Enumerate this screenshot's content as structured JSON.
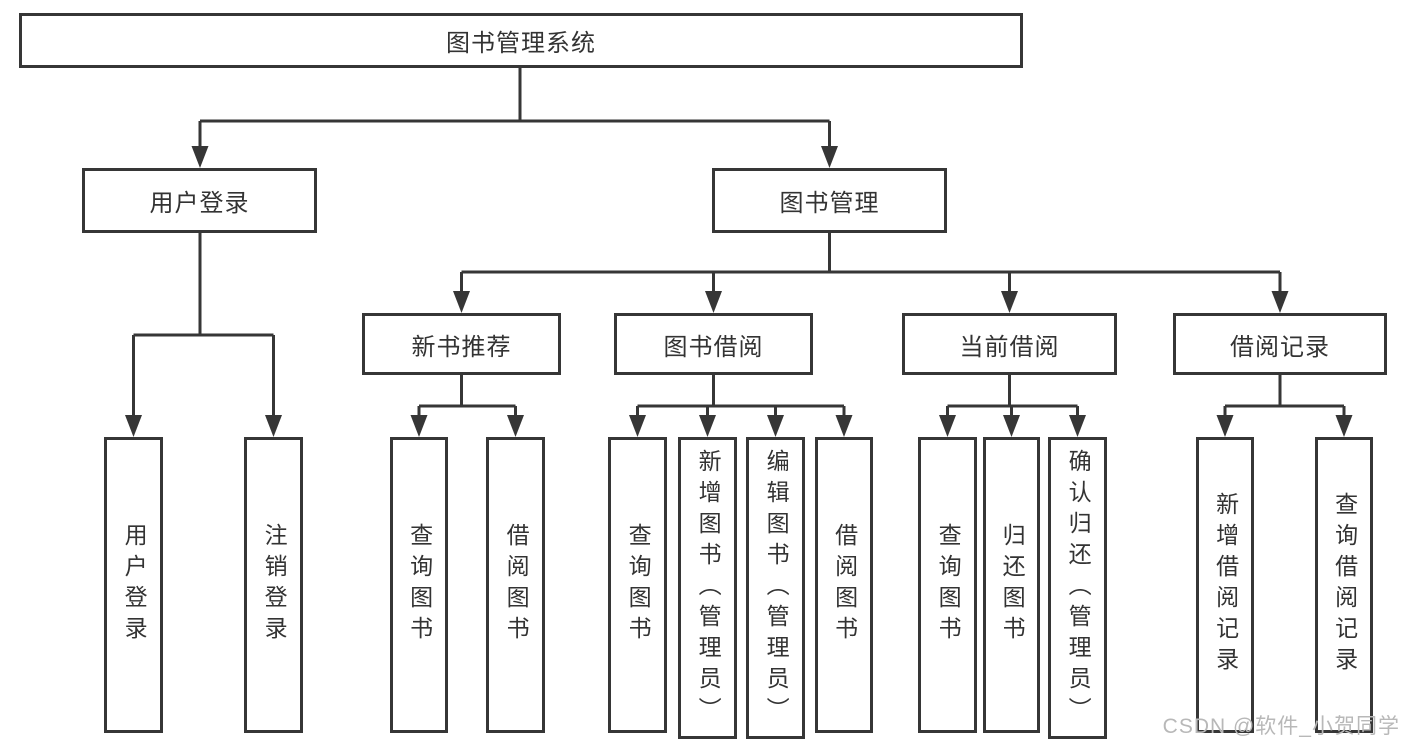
{
  "tree": {
    "root": "图书管理系统",
    "branches": [
      {
        "label": "用户登录",
        "leaves": [
          "用户登录",
          "注销登录"
        ]
      },
      {
        "label": "图书管理",
        "groups": [
          {
            "label": "新书推荐",
            "leaves": [
              "查询图书",
              "借阅图书"
            ]
          },
          {
            "label": "图书借阅",
            "leaves": [
              "查询图书",
              "新增图书（管理员）",
              "编辑图书（管理员）",
              "借阅图书"
            ]
          },
          {
            "label": "当前借阅",
            "leaves": [
              "查询图书",
              "归还图书",
              "确认归还（管理员）"
            ]
          },
          {
            "label": "借阅记录",
            "leaves": [
              "新增借阅记录",
              "查询借阅记录"
            ]
          }
        ]
      }
    ]
  },
  "watermark": "CSDN @软件_小贺同学",
  "colors": {
    "line": "#363636",
    "text": "#333333",
    "background": "#ffffff",
    "watermark": "#b8b8b8"
  }
}
